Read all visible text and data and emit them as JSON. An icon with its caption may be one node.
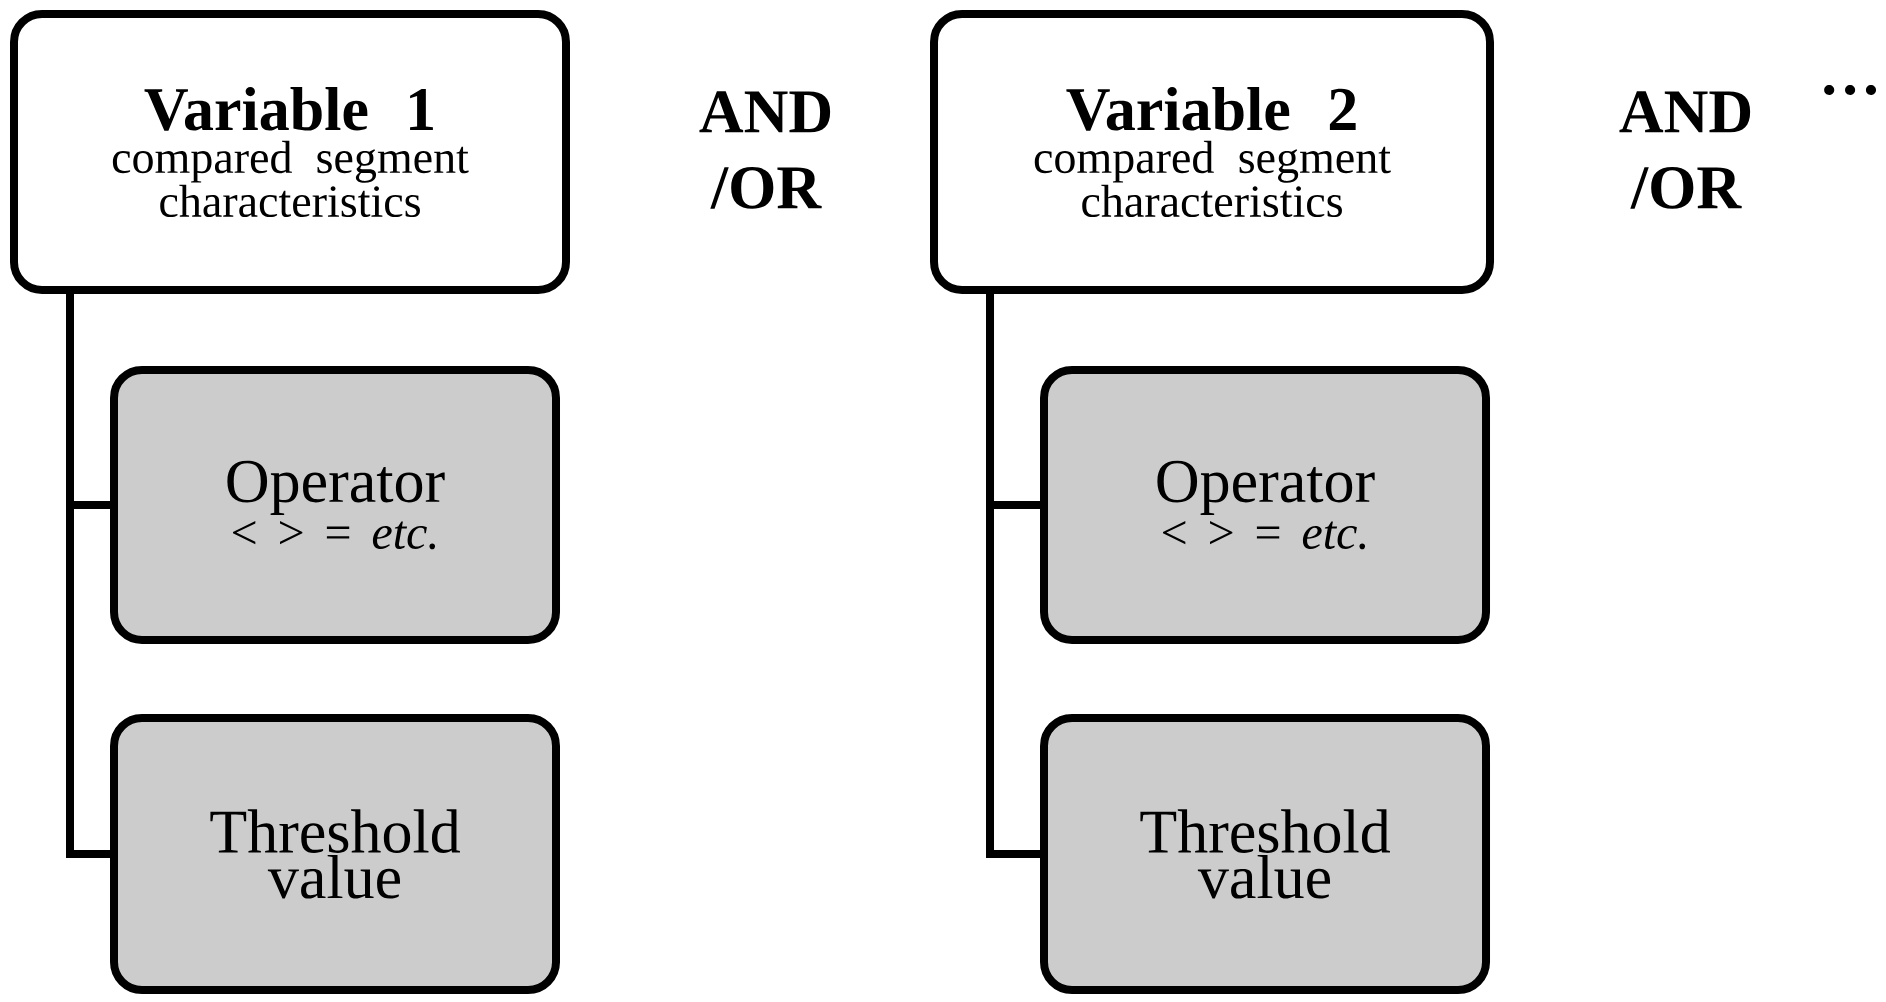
{
  "diagram": {
    "nodes": [
      {
        "text": [
          "Variable 1",
          "compared segment characteristics"
        ]
      },
      {
        "text": [
          "Operator",
          "< > = *etc.*"
        ]
      },
      {
        "text": [
          "Threshold value"
        ]
      },
      {
        "text": [
          "Variable 2",
          "compared segment characteristics"
        ]
      },
      {
        "text": [
          "Operator",
          "< > = *etc.*"
        ]
      },
      {
        "text": [
          "Threshold value"
        ]
      }
    ],
    "edges": [
      {
        "from": 0,
        "to": 1,
        "arrow": "none"
      },
      {
        "from": 0,
        "to": 2,
        "arrow": "none"
      },
      {
        "from": 3,
        "to": 4,
        "arrow": "none"
      },
      {
        "from": 3,
        "to": 5,
        "arrow": "none"
      }
    ],
    "labels": [
      "AND /OR",
      "AND /OR",
      "…"
    ]
  }
}
